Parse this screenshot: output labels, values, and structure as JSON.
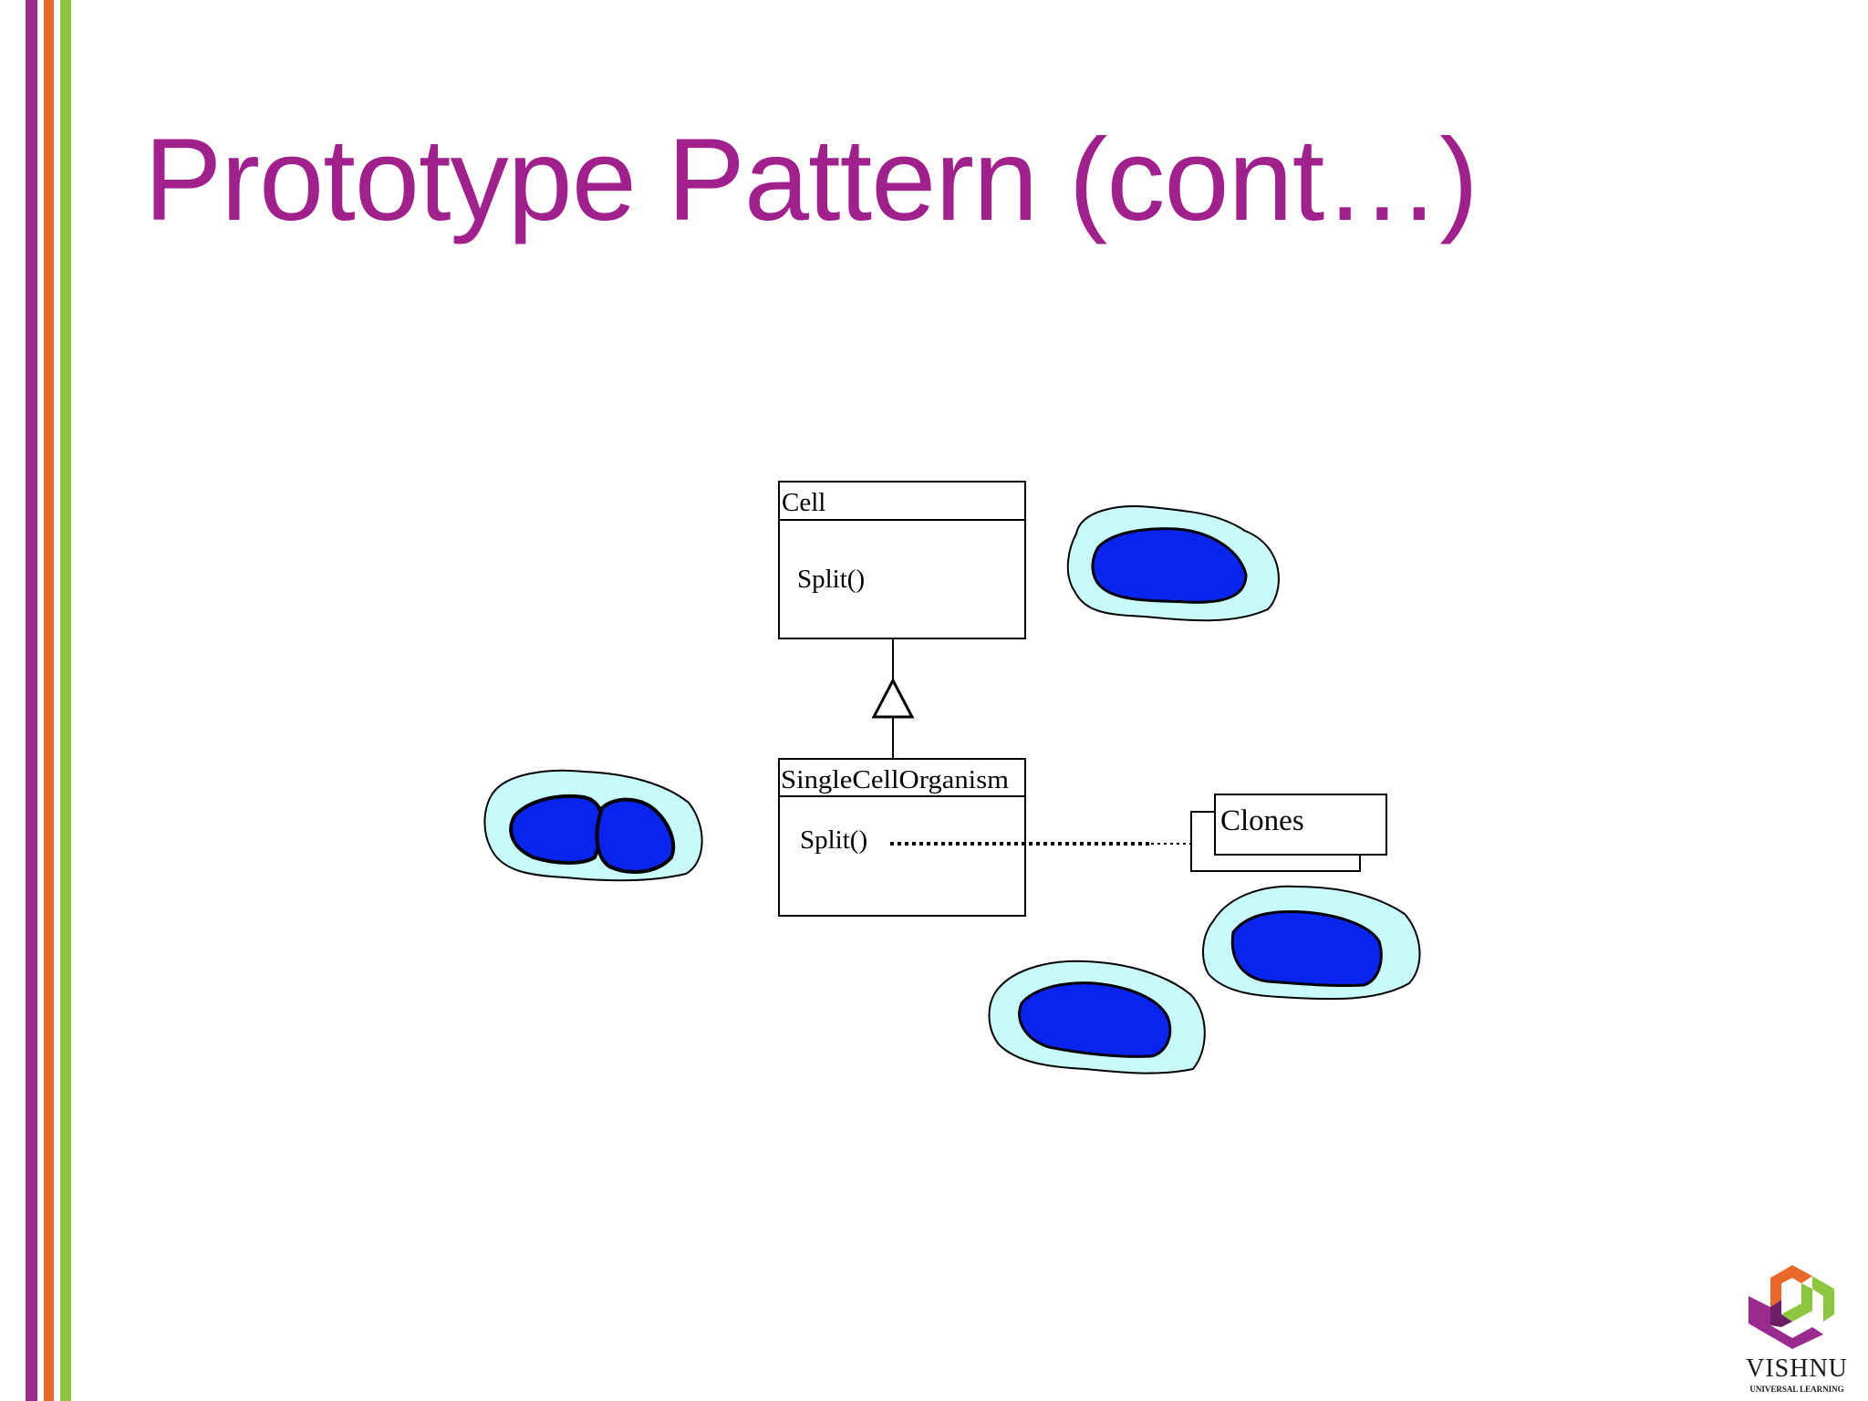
{
  "slide": {
    "title": "Prototype Pattern (cont…)",
    "accent_color": "#A0208C",
    "stripe_colors": [
      "#9B2A8E",
      "#E8692A",
      "#8DC63F"
    ]
  },
  "diagram": {
    "cell_class": {
      "name": "Cell",
      "method": "Split()"
    },
    "subclass": {
      "name": "SingleCellOrganism",
      "method": "Split()"
    },
    "note": {
      "label": "Clones"
    },
    "cell_colors": {
      "outer": "#C8FAFA",
      "nucleus": "#0A24F0"
    }
  },
  "logo": {
    "name": "VISHNU",
    "tagline": "UNIVERSAL LEARNING"
  }
}
